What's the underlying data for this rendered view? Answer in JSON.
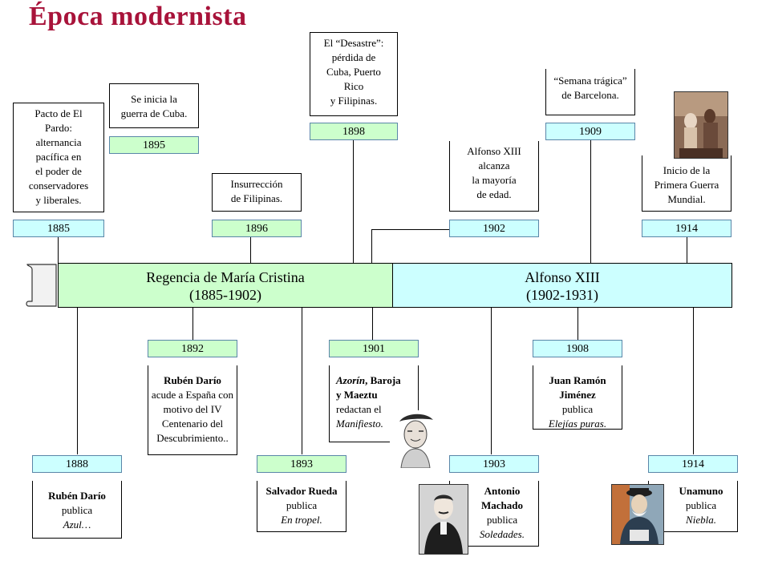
{
  "title": "Época modernista",
  "reigns": [
    {
      "name": "Regencia de María Cristina",
      "years": "(1885-1902)",
      "color": "#ccffcc"
    },
    {
      "name": "Alfonso XIII",
      "years": "(1902-1931)",
      "color": "#ccffff"
    }
  ],
  "top_events": [
    {
      "year": "1885",
      "lines": [
        "Pacto de El",
        "Pardo:",
        "alternancia",
        "pacífica en",
        "el poder de",
        "conservadores",
        "y liberales."
      ]
    },
    {
      "year": "1895",
      "lines": [
        "Se inicia la",
        "guerra de Cuba."
      ]
    },
    {
      "year": "1896",
      "lines": [
        "Insurrección",
        "de Filipinas."
      ]
    },
    {
      "year": "1898",
      "lines": [
        "El “Desastre”:",
        "pérdida de",
        "Cuba, Puerto",
        "Rico",
        "y Filipinas."
      ]
    },
    {
      "year": "1902",
      "lines": [
        "Alfonso XIII",
        "alcanza",
        "la mayoría",
        "de edad."
      ]
    },
    {
      "year": "1909",
      "lines": [
        "“Semana trágica”",
        "de Barcelona."
      ]
    },
    {
      "year": "1914",
      "lines": [
        "Inicio de la",
        "Primera Guerra",
        "Mundial."
      ]
    }
  ],
  "bottom_events": [
    {
      "year": "1888",
      "bold": "Rubén Darío",
      "text": "publica",
      "italic": "Azul…"
    },
    {
      "year": "1892",
      "bold": "Rubén Darío",
      "text": "acude a España con motivo del IV Centenario del Descubrimiento.."
    },
    {
      "year": "1893",
      "bold": "Salvador Rueda",
      "text": "publica",
      "italic": "En tropel."
    },
    {
      "year": "1901",
      "bold": "Azorín",
      "text": ", Baroja y Maeztu redactan el",
      "italic": "Manifiesto."
    },
    {
      "year": "1903",
      "bold": "Antonio Machado",
      "text": "publica",
      "italic": "Soledades."
    },
    {
      "year": "1908",
      "bold": "Juan Ramón Jiménez",
      "text": "publica",
      "italic": "Elejías puras."
    },
    {
      "year": "1914",
      "bold": "Unamuno",
      "text": "publica",
      "italic": "Niebla."
    }
  ],
  "notes_1901_parts": {
    "a": "Azorín",
    "b": ", Baroja",
    "c": "y Maeztu",
    "d": "redactan el",
    "e": "Manifiesto."
  },
  "colors": {
    "title": "#a8133a",
    "green": "#ccffcc",
    "blue": "#ccffff",
    "year_border": "#5a86a8"
  }
}
